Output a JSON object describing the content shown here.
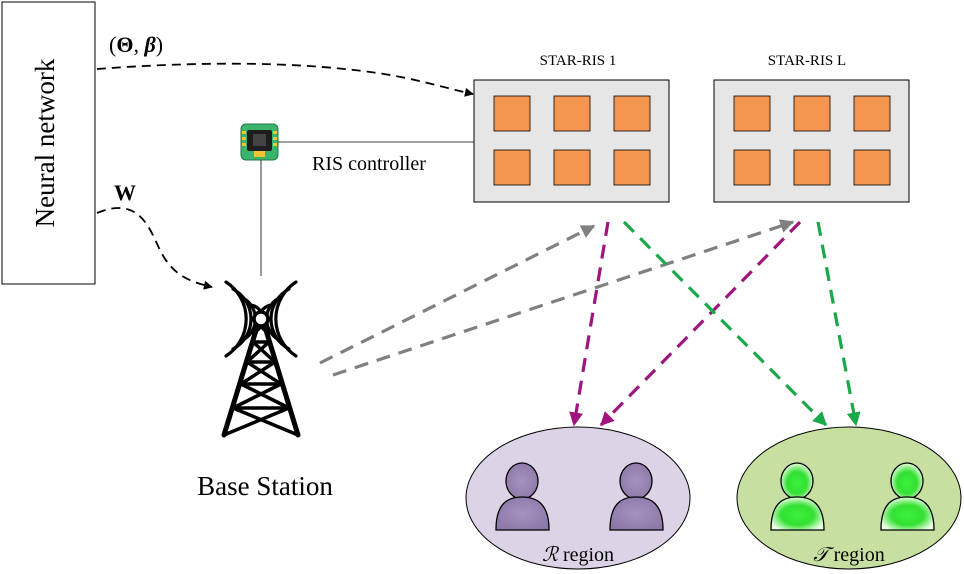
{
  "neural_network": {
    "label": "Neural network"
  },
  "signals": {
    "theta_beta": {
      "open": "(",
      "theta": "Θ",
      "comma": ", ",
      "beta": "β",
      "close": ")"
    },
    "w": "W"
  },
  "ris_controller": {
    "label": "RIS controller"
  },
  "star_ris_1": {
    "label": "STAR-RIS 1"
  },
  "star_ris_l": {
    "label": "STAR-RIS L"
  },
  "base_station": {
    "label": "Base Station"
  },
  "reflection_region": {
    "symbol": "ℛ",
    "label": " region"
  },
  "transmission_region": {
    "symbol": "𝒯",
    "label": " region"
  },
  "colors": {
    "ris_element": "#f4964f",
    "ris_panel": "#e6e6e6",
    "reflect_arrow": "#a0157d",
    "transmit_arrow": "#1aa84a",
    "bs_arrow": "#808080",
    "r_region_fill": "#ddd3e6",
    "t_region_fill": "#c7e0a2",
    "r_user": "#9b87b6",
    "t_user": "#33e033"
  }
}
